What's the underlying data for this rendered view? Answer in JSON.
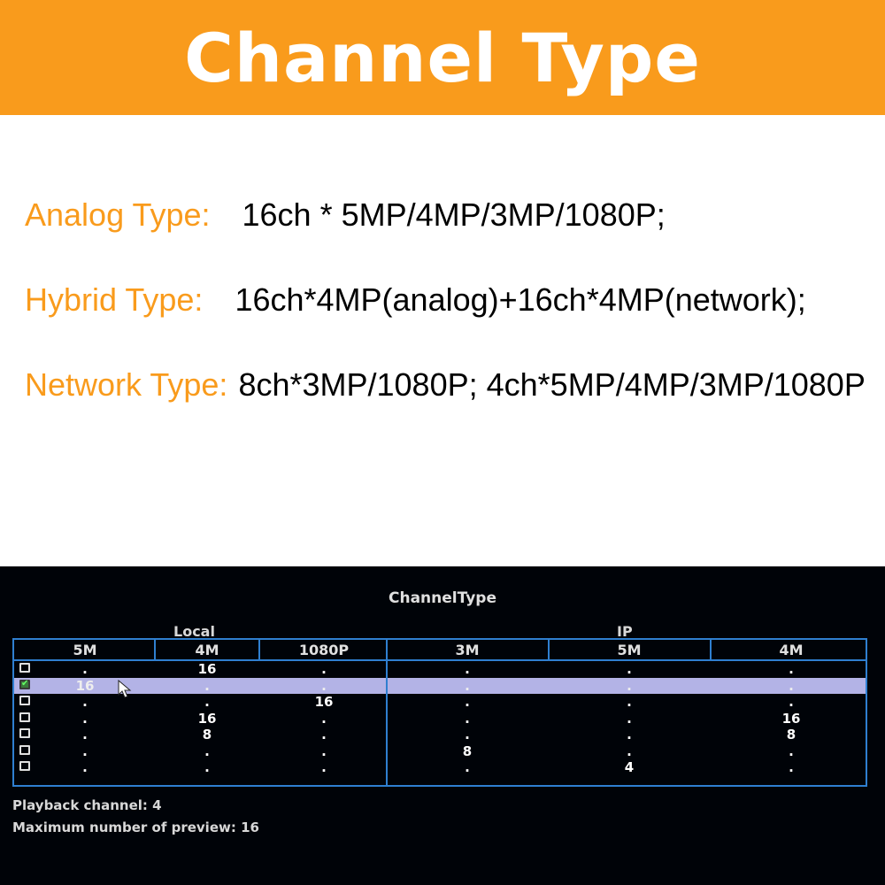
{
  "banner": {
    "title": "Channel Type",
    "color": "#f99b1c"
  },
  "specs": {
    "analog": {
      "label": "Analog Type:",
      "value": "16ch * 5MP/4MP/3MP/1080P;"
    },
    "hybrid": {
      "label": "Hybrid Type:",
      "value": "16ch*4MP(analog)+16ch*4MP(network);"
    },
    "network": {
      "label": "Network Type:",
      "value": "8ch*3MP/1080P;  4ch*5MP/4MP/3MP/1080P"
    }
  },
  "dialog": {
    "title": "ChannelType",
    "groups": {
      "local": "Local",
      "ip": "IP"
    },
    "columns": [
      "5M",
      "4M",
      "1080P",
      "3M",
      "5M",
      "4M"
    ],
    "rows": [
      {
        "checked": false,
        "cells": [
          ".",
          "16",
          ".",
          ".",
          ".",
          "."
        ]
      },
      {
        "checked": true,
        "cells": [
          "16",
          ".",
          ".",
          ".",
          ".",
          "."
        ]
      },
      {
        "checked": false,
        "cells": [
          ".",
          ".",
          "16",
          ".",
          ".",
          "."
        ]
      },
      {
        "checked": false,
        "cells": [
          ".",
          "16",
          ".",
          ".",
          ".",
          "16"
        ]
      },
      {
        "checked": false,
        "cells": [
          ".",
          "8",
          ".",
          ".",
          ".",
          "8"
        ]
      },
      {
        "checked": false,
        "cells": [
          ".",
          ".",
          ".",
          "8",
          ".",
          "."
        ]
      },
      {
        "checked": false,
        "cells": [
          ".",
          ".",
          ".",
          ".",
          "4",
          "."
        ]
      }
    ],
    "playback": "Playback channel: 4",
    "max_preview": "Maximum number of preview: 16",
    "colors": {
      "grid": "#2f7fd0",
      "selected_row": "#b3b3e6",
      "selected_value": "#7cff7c"
    }
  }
}
